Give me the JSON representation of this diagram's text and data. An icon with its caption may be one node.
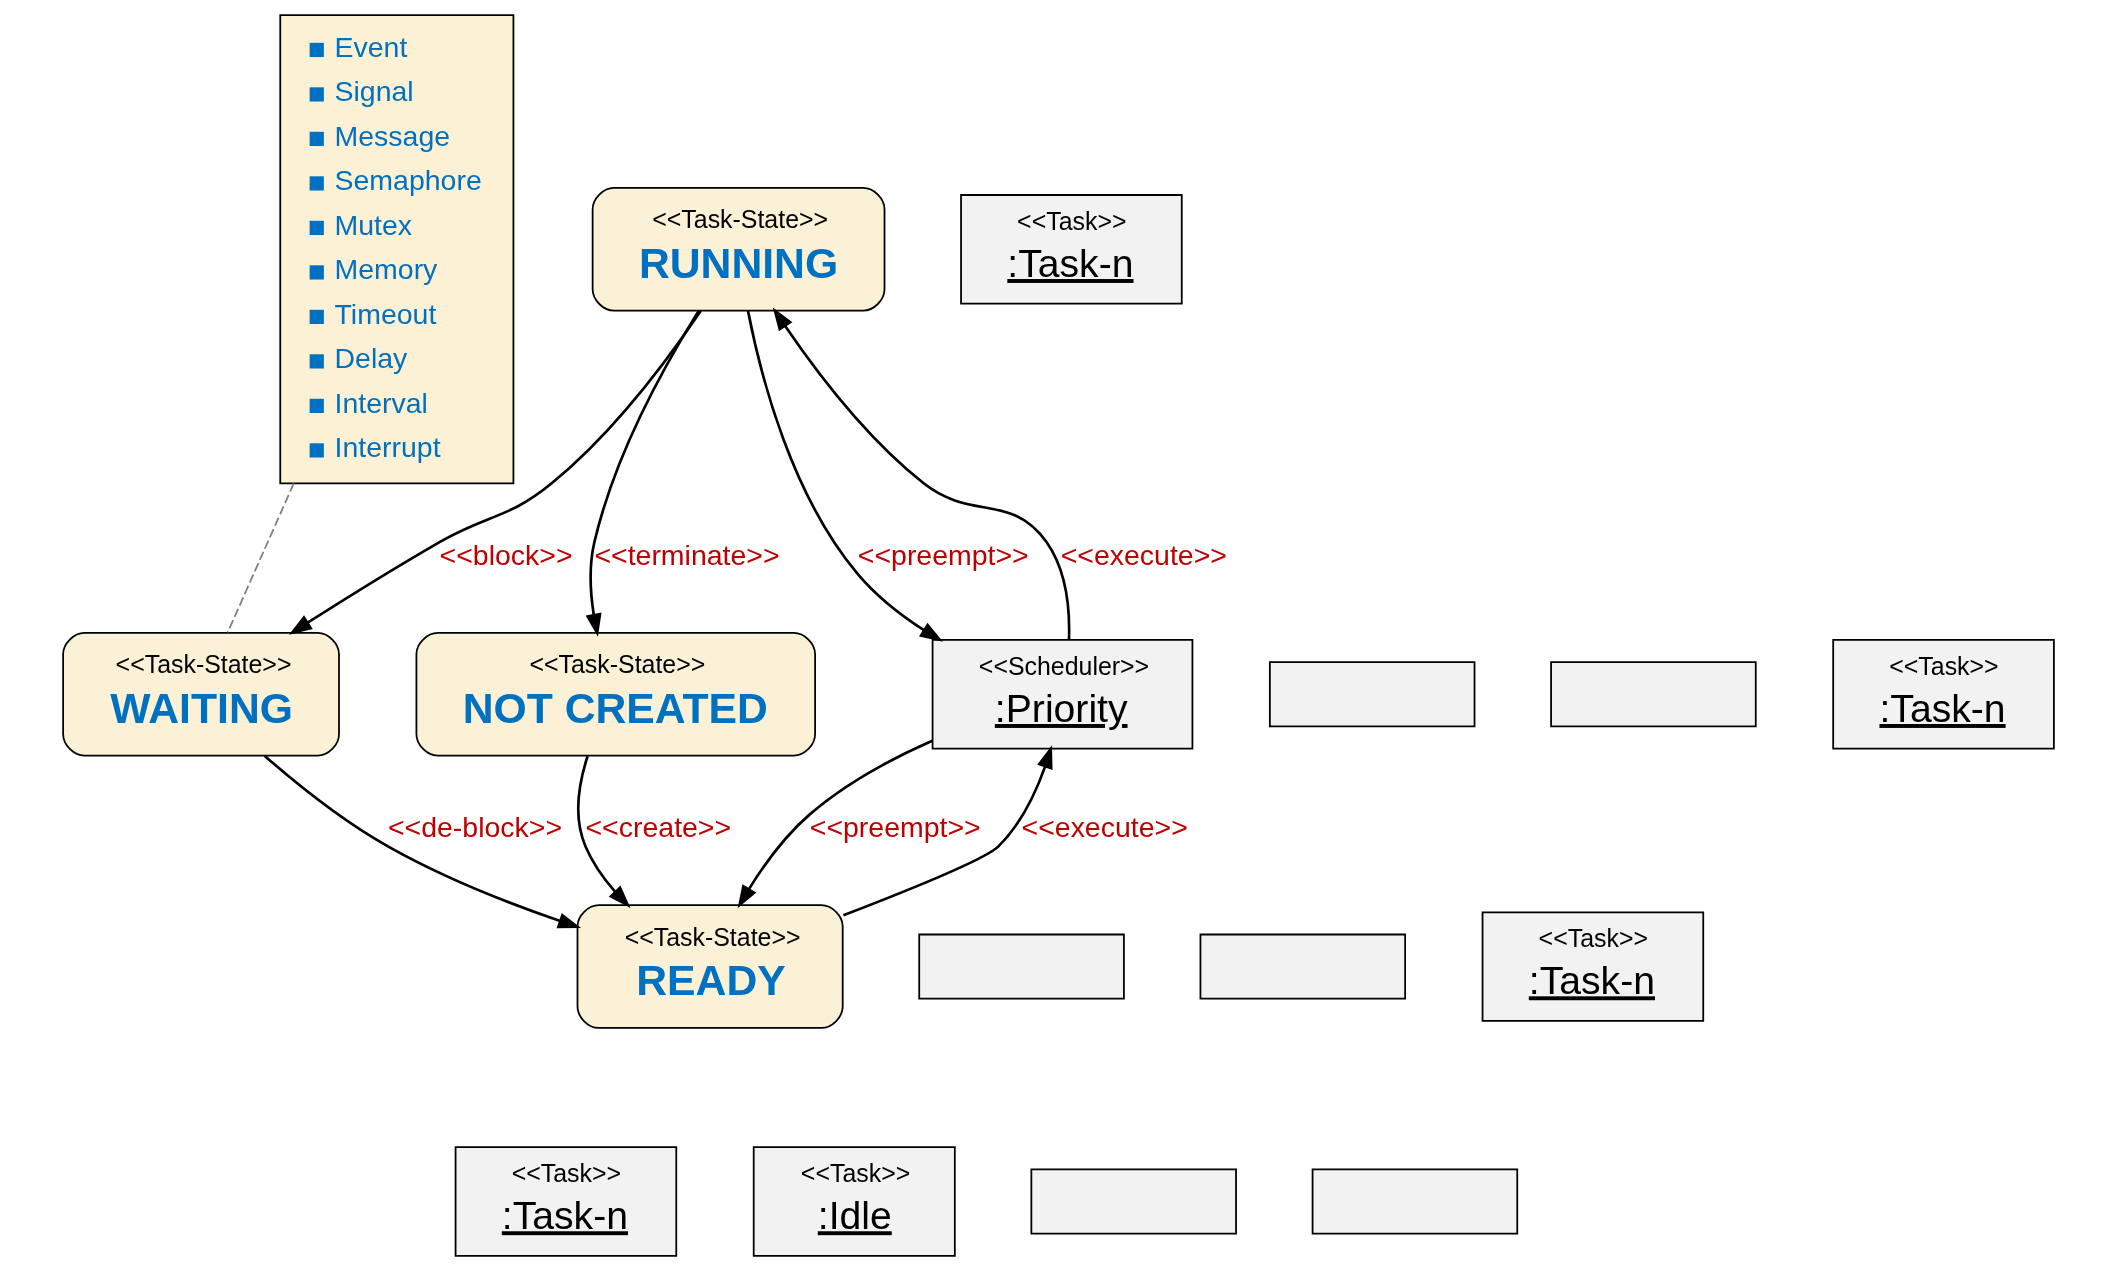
{
  "diagram": {
    "nodes": [
      {
        "text": [
          "Event",
          "Signal",
          "Message",
          "Semaphore",
          "Mutex",
          "Memory",
          "Timeout",
          "Delay",
          "Interval",
          "Interrupt"
        ]
      },
      {
        "text": [
          "<<Task>>",
          ":Task-n"
        ]
      },
      {
        "text": [
          "<<Task-State>>",
          "RUNNING"
        ]
      },
      {
        "text": [],
        "shape": "box"
      },
      {
        "text": [],
        "shape": "box"
      },
      {
        "text": [
          "<<Task>>",
          ":Task-n"
        ]
      },
      {
        "text": [
          "<<Task-State>>",
          "NOT CREATED"
        ]
      },
      {
        "text": [
          "<<Scheduler>>",
          ":Priority"
        ]
      },
      {
        "text": [
          "<<Task-State>>",
          "WAITING"
        ]
      },
      {
        "text": [],
        "shape": "box"
      },
      {
        "text": [],
        "shape": "box"
      },
      {
        "text": [
          "<<Task>>",
          ":Task-n"
        ]
      },
      {
        "text": [
          "<<Task-State>>",
          "READY"
        ]
      },
      {
        "text": [],
        "shape": "box"
      },
      {
        "text": [],
        "shape": "box"
      },
      {
        "text": [
          "<<Task>>",
          ":Task-n"
        ]
      },
      {
        "text": [
          "<<Task>>",
          ":Idle"
        ]
      }
    ],
    "edges": [
      {
        "from": 2,
        "to": 6,
        "arrow": "to",
        "label": "<<terminate>>"
      },
      {
        "from": 2,
        "to": 8,
        "arrow": "to",
        "label": "<<block>>"
      },
      {
        "from": 7,
        "to": 2,
        "arrow": "to",
        "label": "<<execute>>"
      },
      {
        "from": 2,
        "to": 7,
        "arrow": "to",
        "label": "<<preempt>>"
      },
      {
        "from": 6,
        "to": 12,
        "arrow": "to",
        "label": "<<create>>"
      },
      {
        "from": 12,
        "to": 7,
        "arrow": "to",
        "label": "<<execute>>"
      },
      {
        "from": 7,
        "to": 12,
        "arrow": "to",
        "label": "<<preempt>>"
      },
      {
        "from": 8,
        "to": 12,
        "arrow": "to",
        "label": "<<de-block>>"
      },
      {
        "from": 0,
        "to": 8,
        "arrow": "none",
        "style": "dashed",
        "color": "#808080"
      }
    ]
  }
}
